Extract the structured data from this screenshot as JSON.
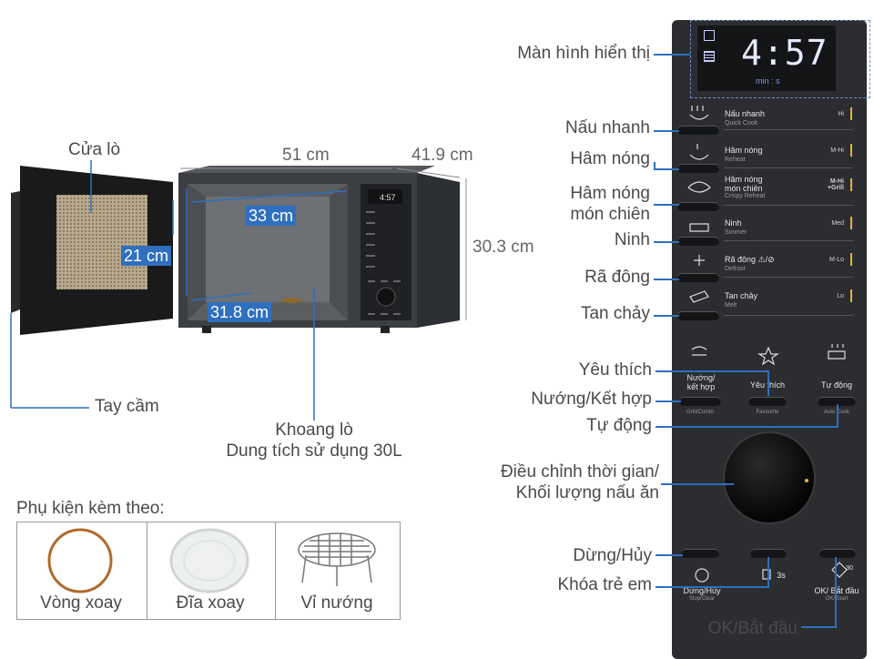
{
  "dimensions": {
    "width": "51 cm",
    "depth": "41.9 cm",
    "height": "30.3 cm",
    "inner_width": "33 cm",
    "inner_height": "21 cm",
    "inner_depth": "31.8 cm"
  },
  "labels": {
    "door": "Cửa lò",
    "handle": "Tay cầm",
    "cavity_line1": "Khoang lò",
    "cavity_line2": "Dung tích sử dụng 30L"
  },
  "accessories": {
    "title": "Phụ kiện kèm theo:",
    "items": [
      "Vòng xoay",
      "Đĩa xoay",
      "Vỉ nướng"
    ]
  },
  "callouts": {
    "display": "Màn hình hiển thị",
    "quick_cook": "Nấu nhanh",
    "reheat": "Hâm nóng",
    "crispy_line1": "Hâm nóng",
    "crispy_line2": "món chiên",
    "simmer": "Ninh",
    "defrost": "Rã đông",
    "melt": "Tan chảy",
    "favourite": "Yêu thích",
    "grill_combi": "Nướng/Kết hợp",
    "auto_cook": "Tự động",
    "dial_line1": "Điều chỉnh thời gian/",
    "dial_line2": "Khối lượng nấu ăn",
    "stop_clear": "Dừng/Hủy",
    "child_lock": "Khóa trẻ em",
    "ok_start": "OK/Bắt đầu"
  },
  "panel": {
    "time": "4:57",
    "time_unit": "min : s",
    "rows": [
      {
        "label": "Nấu nhanh",
        "sub": "Quick Cook",
        "val": "Hi"
      },
      {
        "label": "Hâm nóng",
        "sub": "Reheat",
        "val": "M-Hi"
      },
      {
        "label": "Hâm nóng\nmón chiên",
        "sub": "Crispy Reheat",
        "val": "M-Hi\n+Grill"
      },
      {
        "label": "Ninh",
        "sub": "Simmer",
        "val": "Med"
      },
      {
        "label": "Rã đông ⚠/⊘",
        "sub": "Defrost",
        "val": "M-Lo"
      },
      {
        "label": "Tan chảy",
        "sub": "Melt",
        "val": "Lo"
      }
    ],
    "grill_btn": "Nướng/\nkết hợp",
    "grill_sub": "Grill/Combi",
    "fav_btn": "Yêu thích",
    "fav_sub": "Favourite",
    "auto_btn": "Tự động",
    "auto_sub": "Auto Cook",
    "stop_btn": "Dừng/Hủy",
    "stop_sub": "Stop/Clear",
    "lock_txt": "3s",
    "ok_btn": "OK/ Bắt đầu",
    "ok_sub": "OK/ Start",
    "ok_icon_txt": "30"
  }
}
